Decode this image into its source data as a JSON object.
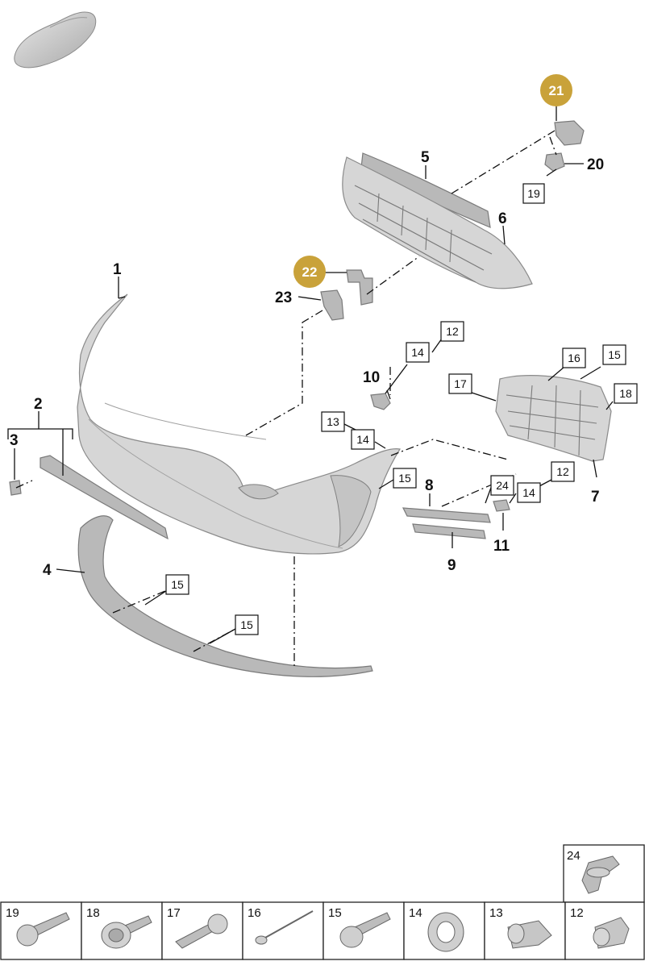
{
  "labels": {
    "l1": "1",
    "l2": "2",
    "l3": "3",
    "l4": "4",
    "l5": "5",
    "l6": "6",
    "l7": "7",
    "l8": "8",
    "l9": "9",
    "l10": "10",
    "l11": "11",
    "l20": "20",
    "l23": "23"
  },
  "callouts": {
    "c21": "21",
    "c22": "22"
  },
  "boxed": {
    "b19": "19",
    "b12a": "12",
    "b14a": "14",
    "b16": "16",
    "b15a": "15",
    "b17": "17",
    "b18": "18",
    "b13": "13",
    "b14b": "14",
    "b15b": "15",
    "b12b": "12",
    "b24": "24",
    "b14c": "14",
    "b15c": "15",
    "b15d": "15"
  },
  "hardware_table": {
    "top_cell": "24",
    "cells": [
      "19",
      "18",
      "17",
      "16",
      "15",
      "14",
      "13",
      "12"
    ]
  },
  "colors": {
    "callout_fill": "#c9a23a",
    "part_fill": "#d6d6d6"
  },
  "icons": [
    "car-silhouette-icon",
    "bolt-icon",
    "clip-icon",
    "rivet-icon",
    "nut-icon",
    "sensor-icon"
  ]
}
